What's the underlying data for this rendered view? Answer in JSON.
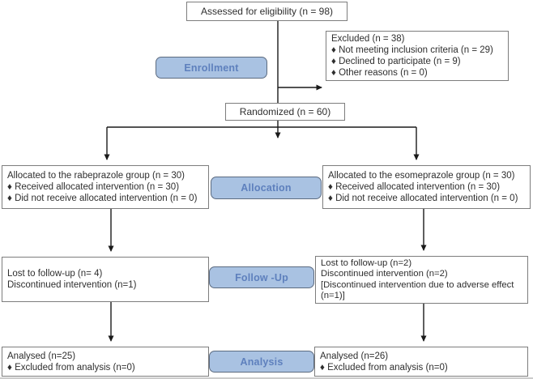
{
  "figure": {
    "type": "consort-flow-diagram"
  },
  "colors": {
    "stage_fill": "#a9c2e2",
    "stage_border": "#5c6b80",
    "stage_text": "#5e80bd",
    "box_border": "#7d7d7d",
    "arrow": "#1a1a1a",
    "text": "#2e2e2e",
    "background": "#ffffff"
  },
  "stage_labels": {
    "enrollment": "Enrollment",
    "allocation": "Allocation",
    "followup": "Follow -Up",
    "analysis": "Analysis"
  },
  "boxes": {
    "assessed": {
      "text": "Assessed for eligibility (n = 98)"
    },
    "excluded": {
      "lines": [
        "Excluded (n = 38)",
        "♦ Not meeting inclusion criteria (n = 29)",
        "♦ Declined to participate (n = 9)",
        "♦ Other reasons (n = 0)"
      ]
    },
    "randomized": {
      "text": "Randomized (n = 60)"
    },
    "alloc_left": {
      "lines": [
        "Allocated to the rabeprazole group (n = 30)",
        "♦ Received allocated intervention (n = 30)",
        "♦ Did not receive allocated intervention (n = 0)"
      ]
    },
    "alloc_right": {
      "lines": [
        "Allocated to the esomeprazole group (n = 30)",
        "♦ Received allocated intervention (n = 30)",
        "♦ Did not receive allocated intervention (n = 0)"
      ]
    },
    "followup_left": {
      "lines": [
        "Lost to follow-up (n= 4)",
        "Discontinued intervention (n=1)"
      ]
    },
    "followup_right": {
      "lines": [
        "Lost to follow-up (n=2)",
        "Discontinued intervention (n=2)",
        "[Discontinued intervention due to adverse effect",
        "(n=1)]"
      ]
    },
    "analysis_left": {
      "lines": [
        "Analysed (n=25)",
        "♦ Excluded from analysis (n=0)"
      ]
    },
    "analysis_right": {
      "lines": [
        "Analysed (n=26)",
        "♦ Excluded from analysis (n=0)"
      ]
    }
  }
}
